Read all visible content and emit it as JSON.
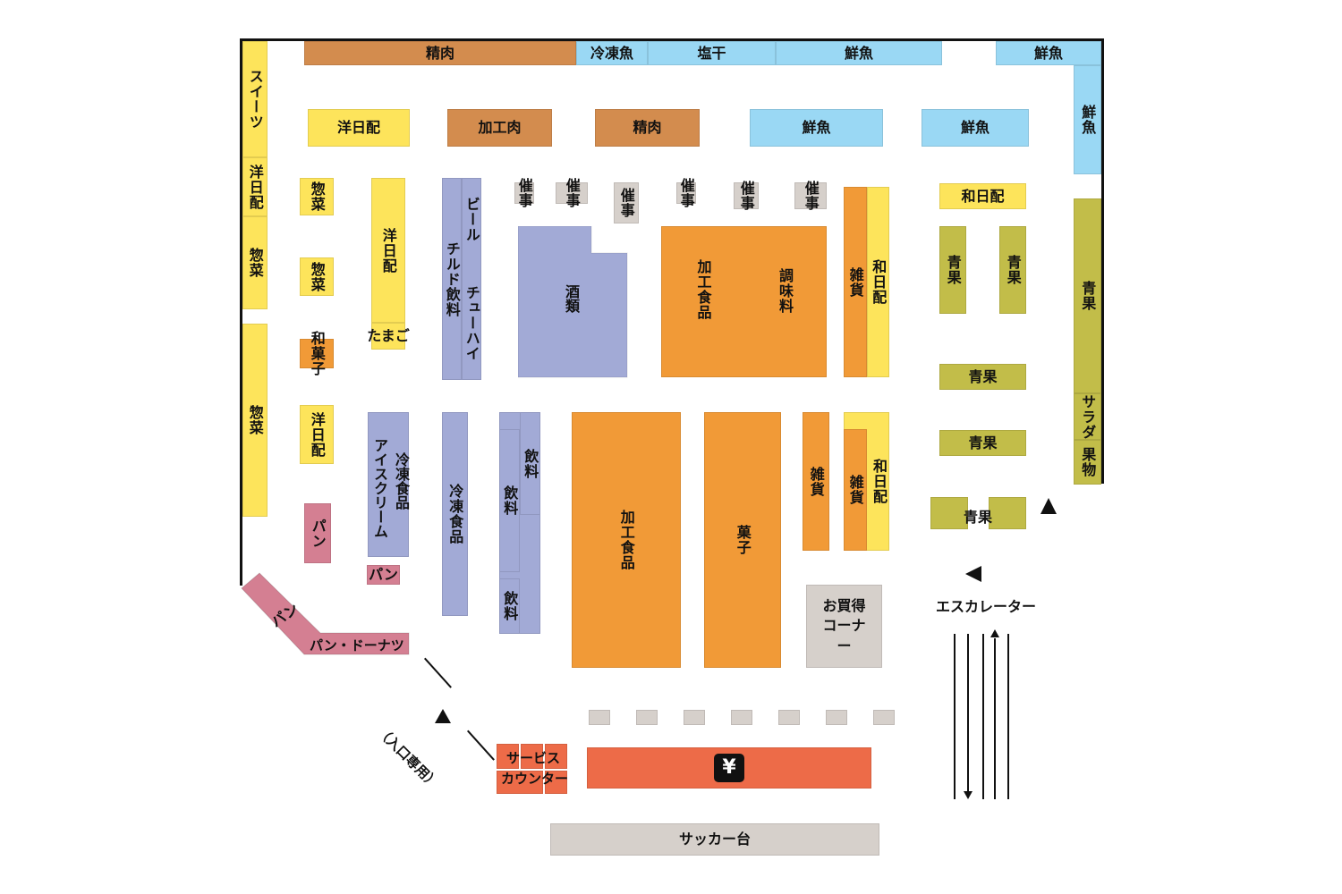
{
  "colors": {
    "yellow": "#fde45b",
    "brown": "#d38c4e",
    "blue": "#9ad8f4",
    "purple": "#a2aad6",
    "orange": "#f19a37",
    "olive": "#c2bd49",
    "pink": "#d47f92",
    "grey": "#d6d0cb",
    "red": "#ed6b48"
  },
  "sections": {
    "top_wall": {
      "meat_1": "精肉",
      "frozen_fish": "冷凍魚",
      "dried_salted": "塩干",
      "fresh_fish_1": "鮮魚",
      "fresh_fish_2": "鮮魚"
    },
    "right_wall": {
      "fresh_fish_3": "鮮魚",
      "produce_1": "青果",
      "salad": "サラダ",
      "fruit": "果物"
    },
    "left_wall": {
      "sweets": "スイーツ",
      "western_daily_1": "洋日配",
      "deli_1": "惣菜",
      "deli_2": "惣菜"
    },
    "row_upper": {
      "western_daily_2": "洋日配",
      "processed_meat": "加工肉",
      "meat_2": "精肉",
      "fresh_fish_4": "鮮魚",
      "fresh_fish_5": "鮮魚"
    },
    "events": [
      "催事",
      "催事",
      "催事",
      "催事",
      "催事",
      "催事"
    ],
    "left_islands": {
      "deli_3": "惣菜",
      "deli_4": "惣菜",
      "wagashi": "和菓子",
      "western_daily_3": "洋日配",
      "bread_1": "パン",
      "bread_2": "パン",
      "western_daily_4": "洋日配",
      "eggs": "たまご"
    },
    "drinks": {
      "chilled_drinks": "チルド飲料",
      "beer": "ビール",
      "chuhai": "チューハイ",
      "liquor": "酒類"
    },
    "center": {
      "processed_food_1": "加工食品",
      "seasoning": "調味料",
      "sundries_1": "雑貨",
      "japanese_daily_1": "和日配",
      "frozen_1": "冷凍食品",
      "ice_cream": "アイスクリーム",
      "frozen_2": "冷凍食品",
      "beverage_1": "飲料",
      "beverage_2": "飲料",
      "beverage_3": "飲料",
      "processed_food_2": "加工食品",
      "confectionery": "菓子",
      "sundries_2": "雑貨",
      "sundries_3": "雑貨",
      "japanese_daily_2": "和日配",
      "bargain": "お買得コーナー"
    },
    "right_islands": {
      "japanese_daily_3": "和日配",
      "produce_2": "青果",
      "produce_3": "青果",
      "produce_4": "青果",
      "produce_5": "青果",
      "produce_6": "青果"
    },
    "bakery": {
      "bread_3": "パン",
      "bread_donut": "パン・ドーナツ"
    },
    "front": {
      "service_counter_1": "サービス",
      "service_counter_2": "カウンター",
      "register_symbol": "¥",
      "sacker_table": "サッカー台",
      "entrance": "（入口専用）",
      "escalator": "エスカレーター"
    }
  }
}
